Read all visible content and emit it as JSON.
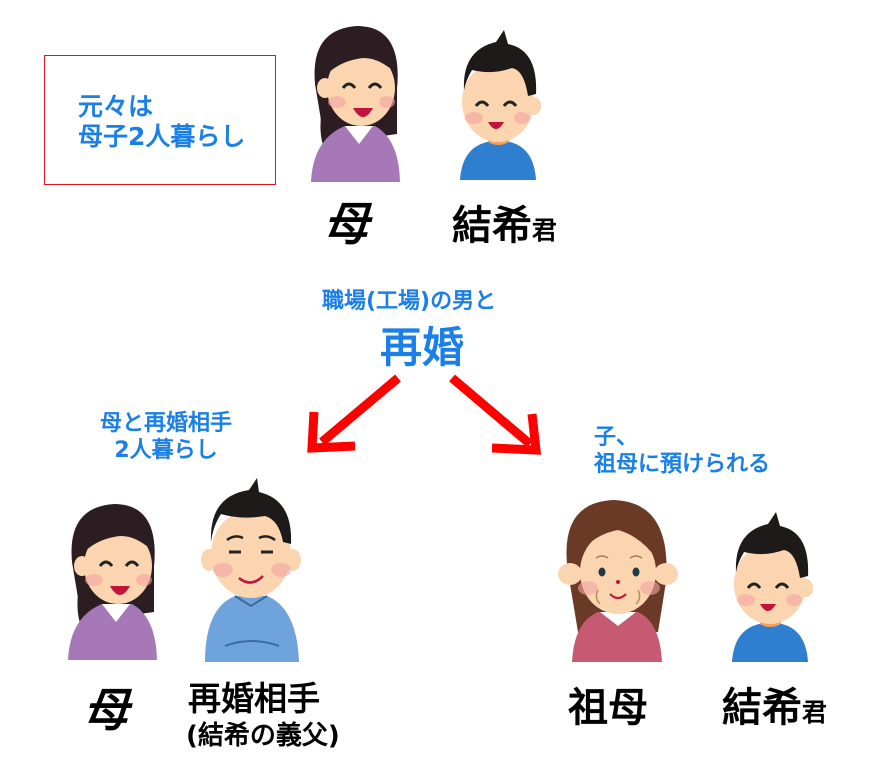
{
  "note": {
    "line1": "元々は",
    "line2": "母子2人暮らし",
    "border_color": "#e0141b"
  },
  "top_group": {
    "people": [
      {
        "label": "母",
        "figure": "mother-icon"
      },
      {
        "label": "結希",
        "suffix": "君",
        "figure": "boy-icon"
      }
    ]
  },
  "center": {
    "subtitle": "職場(工場)の男と",
    "title": "再婚"
  },
  "arrows": {
    "color": "#ff0000",
    "left": "arrow-down-left-icon",
    "right": "arrow-down-right-icon"
  },
  "left_branch": {
    "caption_line1": "母と再婚相手",
    "caption_line2": "2人暮らし",
    "people": [
      {
        "label": "母",
        "figure": "mother-icon"
      },
      {
        "label": "再婚相手",
        "sublabel": "(結希の義父)",
        "figure": "stepfather-icon"
      }
    ]
  },
  "right_branch": {
    "caption_line1": "子、",
    "caption_line2": "祖母に預けられる",
    "people": [
      {
        "label": "祖母",
        "figure": "grandmother-icon"
      },
      {
        "label": "結希",
        "suffix": "君",
        "figure": "boy-icon"
      }
    ]
  },
  "colors": {
    "text_blue": "#1a7fe8",
    "mother_shirt": "#a678b8",
    "boy_shirt": "#2e7fd0",
    "stepfather_shirt": "#6ea3dc",
    "grandmother_shirt": "#c55a72",
    "skin": "#fbd5b0",
    "hair_dark": "#2b1d22",
    "hair_brown": "#6b3a26"
  }
}
